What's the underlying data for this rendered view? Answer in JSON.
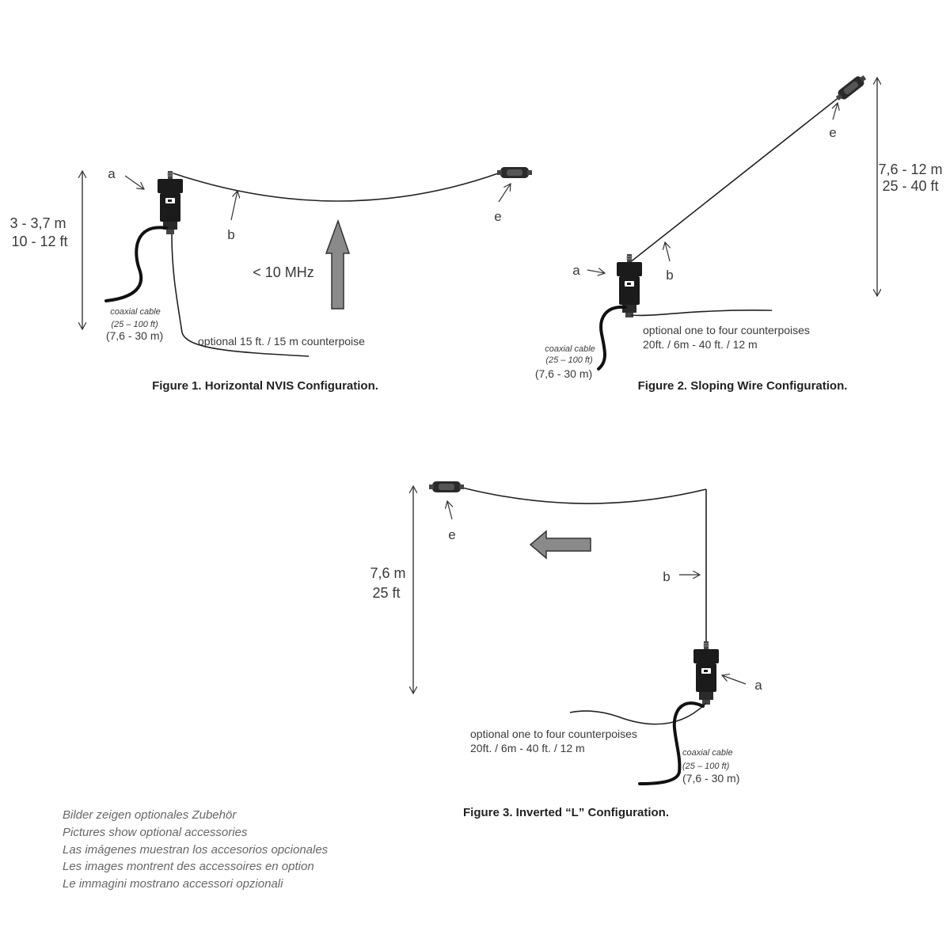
{
  "figure1": {
    "caption": "Figure 1. Horizontal NVIS Configuration.",
    "height_m": "3 - 3,7 m",
    "height_ft": "10 - 12 ft",
    "label_a": "a",
    "label_b": "b",
    "label_e": "e",
    "freq": "< 10 MHz",
    "coax_1": "coaxial cable",
    "coax_2": "(25 – 100 ft)",
    "coax_3": "(7,6 - 30 m)",
    "counterpoise": "optional 15 ft. / 15 m counterpoise"
  },
  "figure2": {
    "caption": "Figure 2. Sloping Wire Configuration.",
    "height_m": "7,6 - 12 m",
    "height_ft": "25 - 40 ft",
    "label_a": "a",
    "label_b": "b",
    "label_e": "e",
    "coax_1": "coaxial cable",
    "coax_2": "(25 – 100 ft)",
    "coax_3": "(7,6 - 30 m)",
    "counterpoise_1": "optional one to four counterpoises",
    "counterpoise_2": "20ft. / 6m - 40 ft. / 12 m"
  },
  "figure3": {
    "caption": "Figure 3. Inverted “L” Configuration.",
    "height_m": "7,6 m",
    "height_ft": "25 ft",
    "label_a": "a",
    "label_b": "b",
    "label_e": "e",
    "coax_1": "coaxial cable",
    "coax_2": "(25 – 100 ft)",
    "coax_3": "(7,6 - 30 m)",
    "counterpoise_1": "optional one to four counterpoises",
    "counterpoise_2": "20ft. / 6m - 40 ft. / 12 m"
  },
  "notes": [
    "Bilder zeigen optionales Zubehör",
    "Pictures show optional accessories",
    "Las imágenes muestran los accesorios opcionales",
    "Les images montrent des accessoires en option",
    "Le immagini mostrano accessori opzionali"
  ]
}
